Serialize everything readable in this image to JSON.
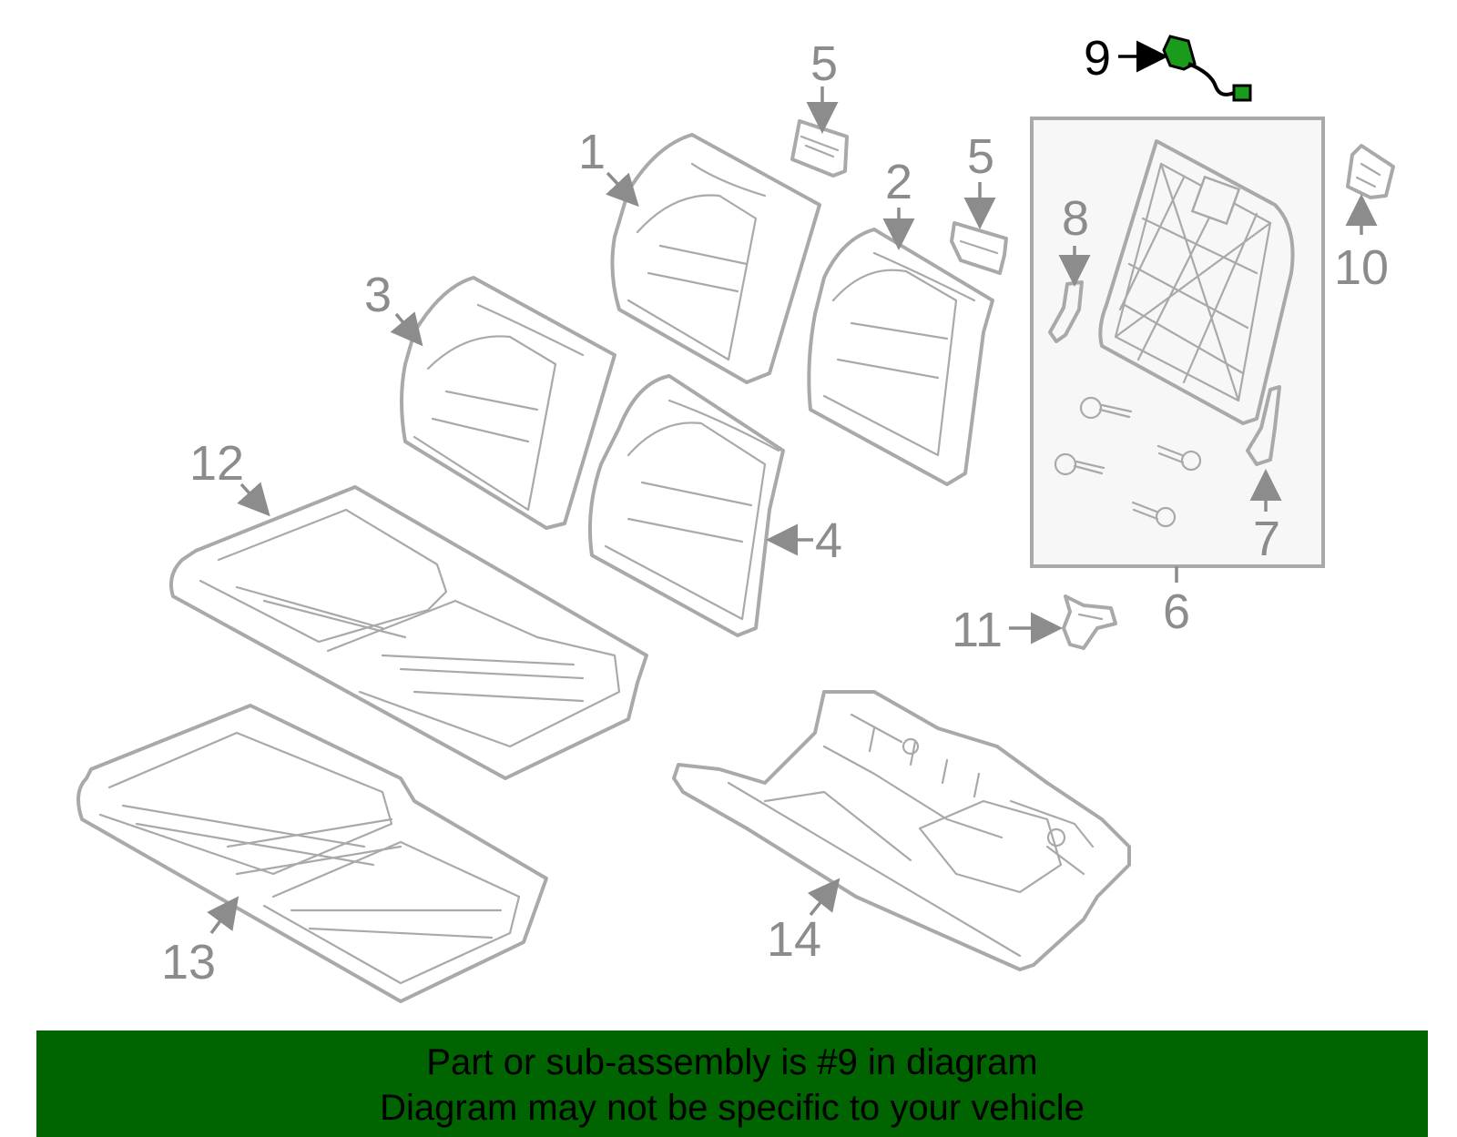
{
  "diagram": {
    "highlight_color": "#006400",
    "line_color": "#a9a9a9",
    "callouts": [
      {
        "id": "c1",
        "text": "1"
      },
      {
        "id": "c2",
        "text": "2"
      },
      {
        "id": "c3",
        "text": "3"
      },
      {
        "id": "c4",
        "text": "4"
      },
      {
        "id": "c5a",
        "text": "5"
      },
      {
        "id": "c5b",
        "text": "5"
      },
      {
        "id": "c6",
        "text": "6"
      },
      {
        "id": "c7",
        "text": "7"
      },
      {
        "id": "c8",
        "text": "8"
      },
      {
        "id": "c9",
        "text": "9"
      },
      {
        "id": "c10",
        "text": "10"
      },
      {
        "id": "c11",
        "text": "11"
      },
      {
        "id": "c12",
        "text": "12"
      },
      {
        "id": "c13",
        "text": "13"
      },
      {
        "id": "c14",
        "text": "14"
      }
    ]
  },
  "banner": {
    "line1": "Part or sub-assembly is #9 in diagram",
    "line2": "Diagram may not be specific to your vehicle",
    "background": "#006400"
  }
}
